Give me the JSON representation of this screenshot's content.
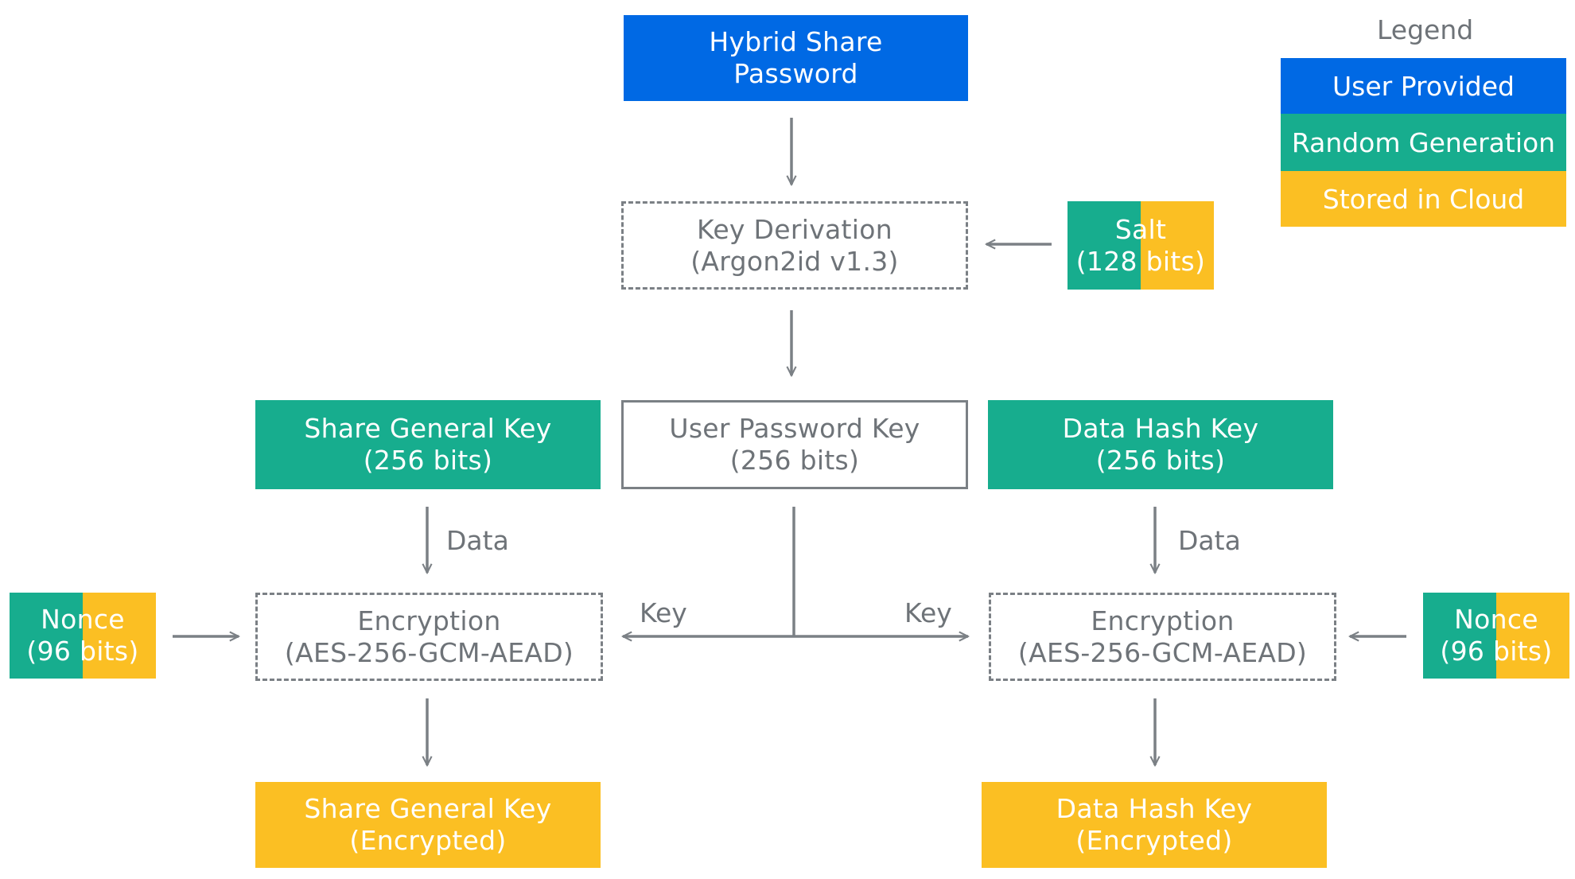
{
  "nodes": {
    "password": {
      "line1": "Hybrid Share",
      "line2": "Password"
    },
    "kdf": {
      "line1": "Key Derivation",
      "line2": "(Argon2id v1.3)"
    },
    "salt": {
      "line1": "Salt",
      "line2": "(128 bits)"
    },
    "share_general_key": {
      "line1": "Share General Key",
      "line2": "(256 bits)"
    },
    "user_password_key": {
      "line1": "User Password Key",
      "line2": "(256 bits)"
    },
    "data_hash_key": {
      "line1": "Data Hash Key",
      "line2": "(256 bits)"
    },
    "nonce_left": {
      "line1": "Nonce",
      "line2": "(96 bits)"
    },
    "nonce_right": {
      "line1": "Nonce",
      "line2": "(96 bits)"
    },
    "encryption_left": {
      "line1": "Encryption",
      "line2": "(AES-256-GCM-AEAD)"
    },
    "encryption_right": {
      "line1": "Encryption",
      "line2": "(AES-256-GCM-AEAD)"
    },
    "share_general_key_encrypted": {
      "line1": "Share General Key",
      "line2": "(Encrypted)"
    },
    "data_hash_key_encrypted": {
      "line1": "Data Hash Key",
      "line2": "(Encrypted)"
    }
  },
  "edge_labels": {
    "data_left": "Data",
    "data_right": "Data",
    "key_left": "Key",
    "key_right": "Key"
  },
  "legend": {
    "title": "Legend",
    "items": [
      {
        "label": "User Provided",
        "color": "#0069e4"
      },
      {
        "label": "Random Generation",
        "color": "#17ad8e"
      },
      {
        "label": "Stored in Cloud",
        "color": "#fbbf23"
      }
    ]
  },
  "colors": {
    "user_provided": "#0069e4",
    "random_generation": "#17ad8e",
    "stored_in_cloud": "#fbbf23",
    "connector": "#7b8085"
  }
}
